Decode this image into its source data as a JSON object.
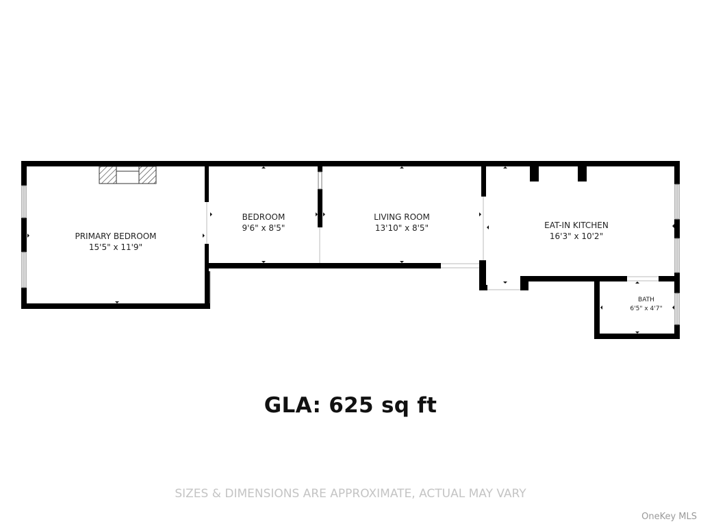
{
  "rooms": [
    {
      "name": "PRIMARY BEDROOM",
      "size": "15'5\" x 11'9\""
    },
    {
      "name": "BEDROOM",
      "size": "9'6\" x 8'5\""
    },
    {
      "name": "LIVING ROOM",
      "size": "13'10\" x 8'5\""
    },
    {
      "name": "EAT-IN KITCHEN",
      "size": "16'3\" x 10'2\""
    },
    {
      "name": "BATH",
      "size": "6'5\" x 4'7\""
    }
  ],
  "gla": "GLA: 625 sq ft",
  "disclaimer": "SIZES & DIMENSIONS ARE APPROXIMATE, ACTUAL MAY VARY",
  "watermark": "OneKey MLS",
  "colors": {
    "wall": "#000000",
    "window": "#9a9a9a",
    "text": "#222222",
    "disclaimer": "#c4c4c4"
  },
  "icons": [
    "fireplace-icon",
    "window-icon",
    "door-opening-icon"
  ]
}
